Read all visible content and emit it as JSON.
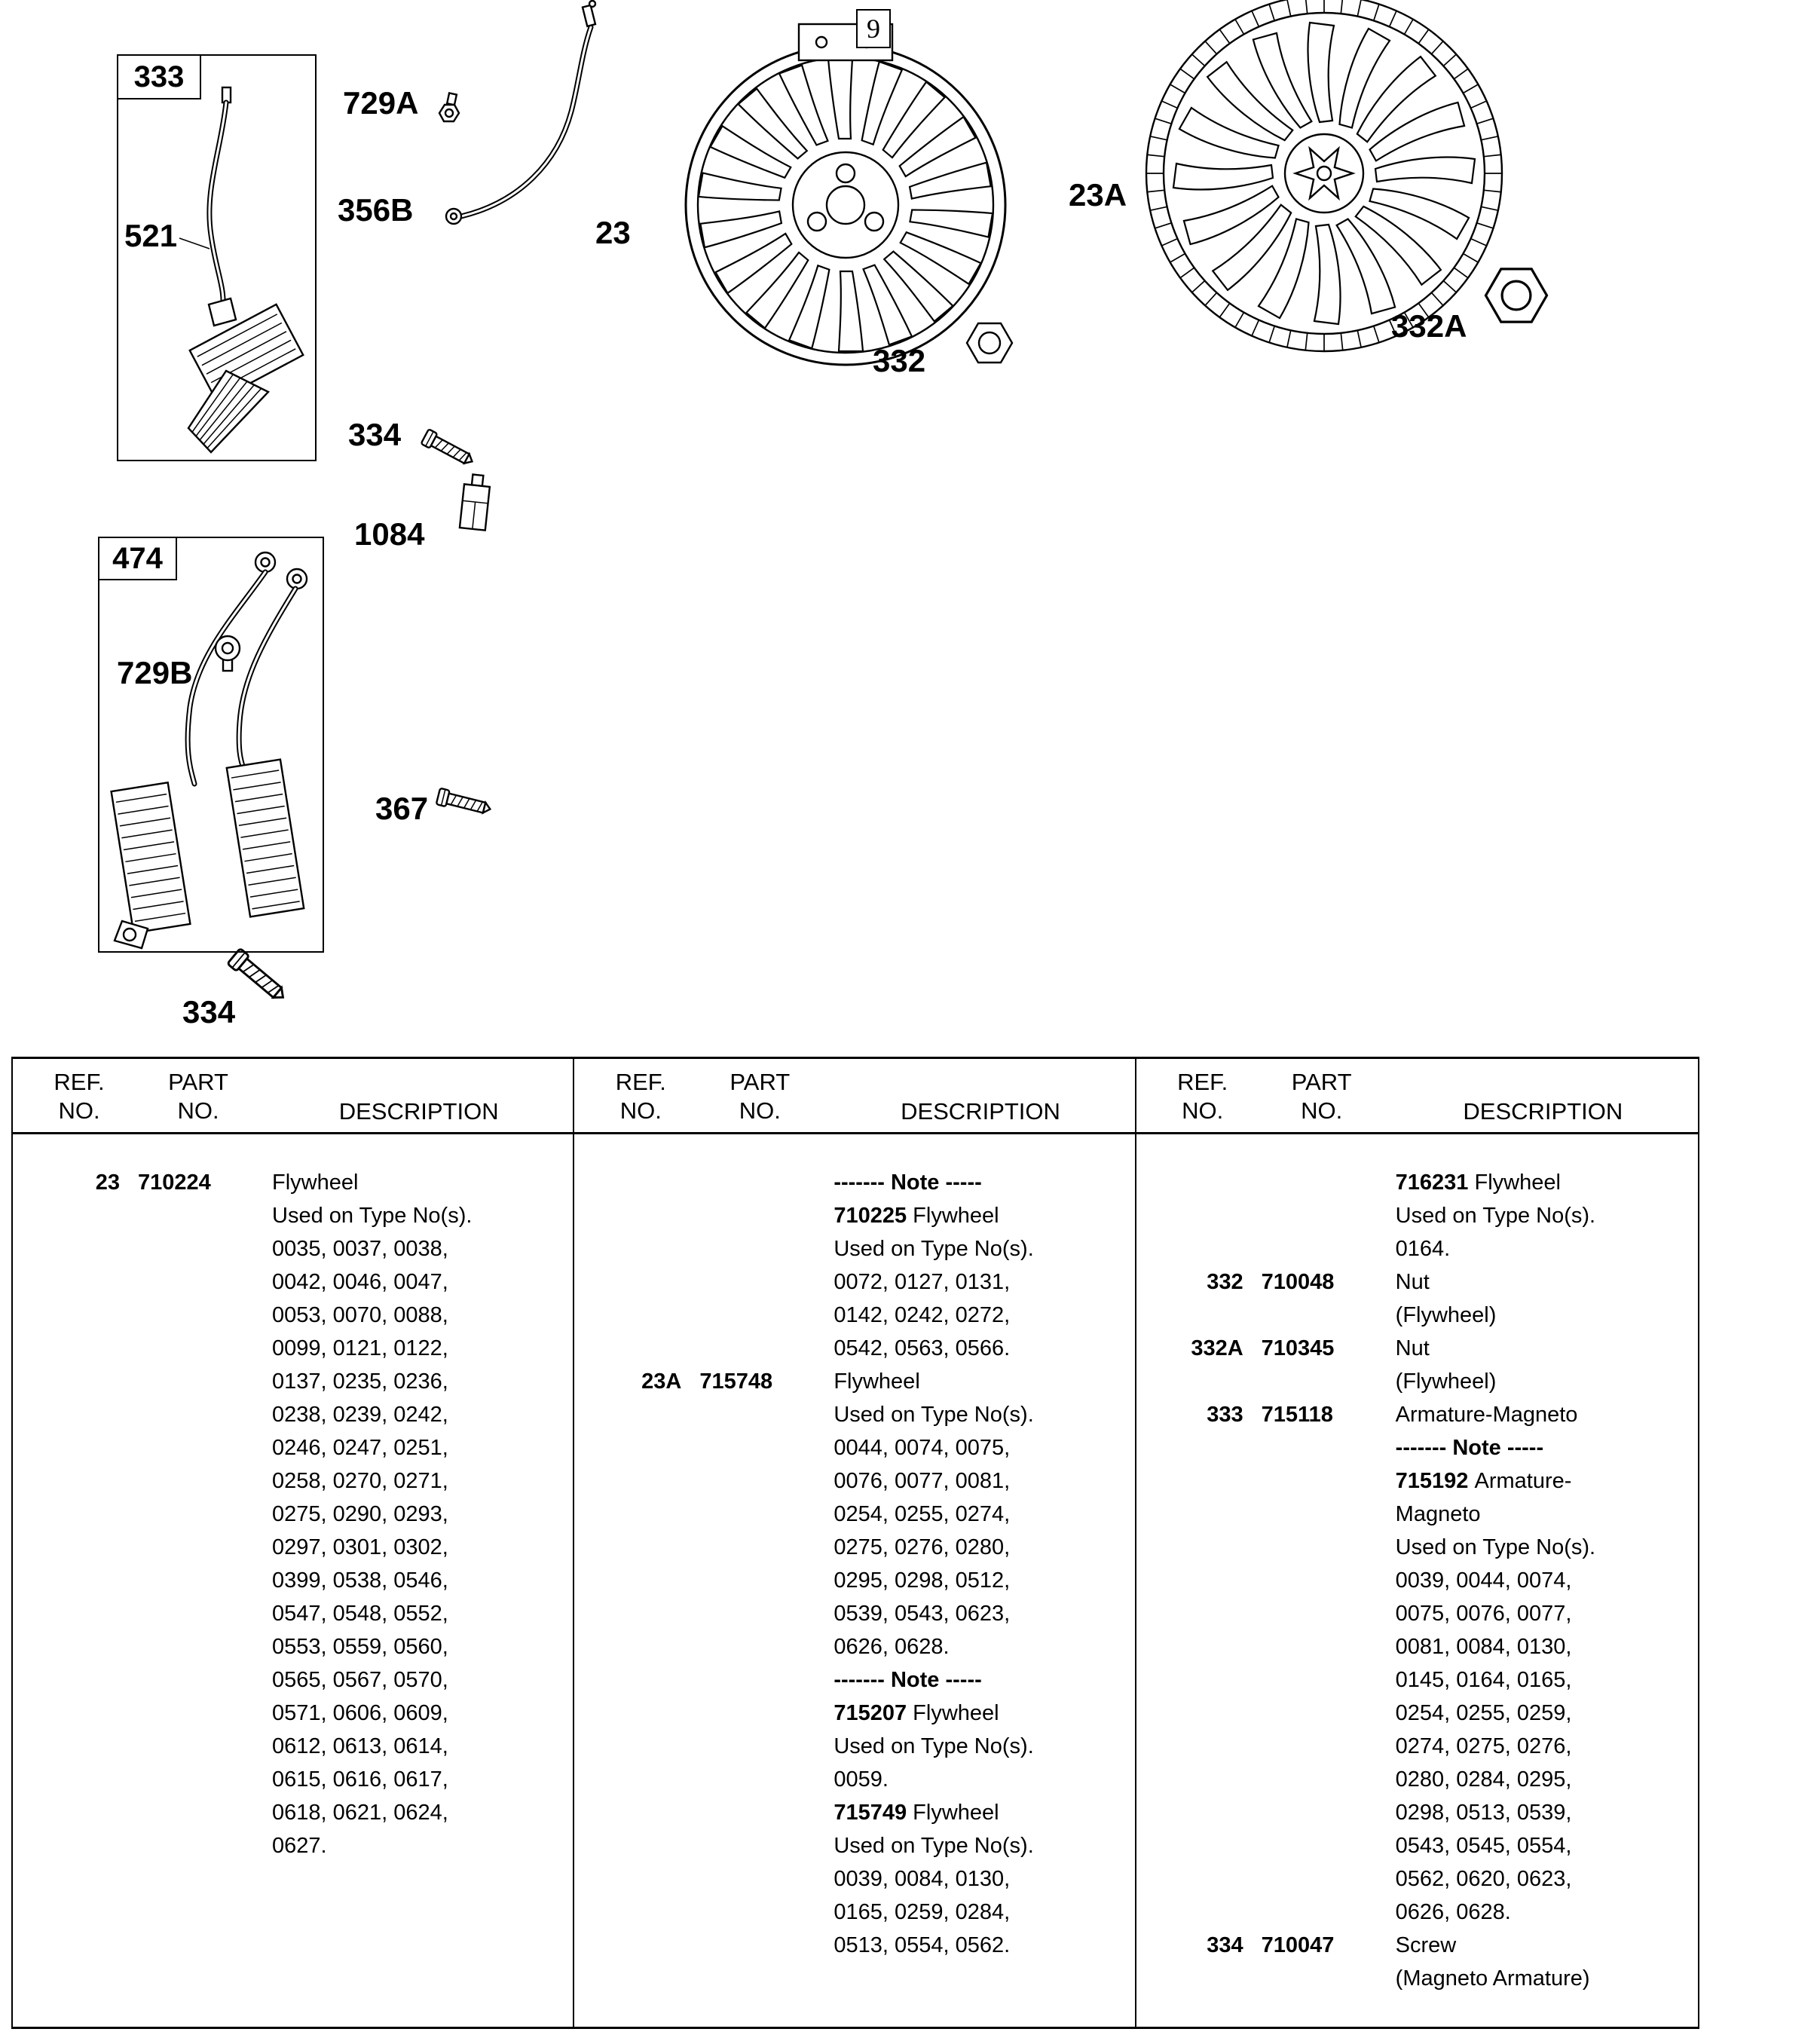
{
  "diagram": {
    "callouts": {
      "c333": "333",
      "c521": "521",
      "c729A": "729A",
      "c356B": "356B",
      "c23": "23",
      "c9": "9",
      "c332": "332",
      "c23A": "23A",
      "c332A": "332A",
      "c334_top": "334",
      "c1084": "1084",
      "c474": "474",
      "c729B": "729B",
      "c367": "367",
      "c334_bottom": "334"
    }
  },
  "table": {
    "headers": {
      "ref": "REF.",
      "no": "NO.",
      "part": "PART",
      "desc": "DESCRIPTION"
    },
    "columns": [
      [
        {
          "ref": "23",
          "part": "710224",
          "lines": [
            "Flywheel",
            "Used on Type No(s).",
            "0035, 0037, 0038,",
            "0042, 0046, 0047,",
            "0053, 0070, 0088,",
            "0099, 0121, 0122,",
            "0137, 0235, 0236,",
            "0238, 0239, 0242,",
            "0246, 0247, 0251,",
            "0258, 0270, 0271,",
            "0275, 0290, 0293,",
            "0297, 0301, 0302,",
            "0399, 0538, 0546,",
            "0547, 0548, 0552,",
            "0553, 0559, 0560,",
            "0565, 0567, 0570,",
            "0571, 0606, 0609,",
            "0612, 0613, 0614,",
            "0615, 0616, 0617,",
            "0618, 0621, 0624,",
            "0627."
          ]
        }
      ],
      [
        {
          "ref": "",
          "part": "",
          "lines": [
            [
              [
                "------- Note -----",
                1
              ]
            ],
            [
              [
                "710225 ",
                1
              ],
              [
                "Flywheel",
                0
              ]
            ],
            "Used on Type No(s).",
            "0072, 0127, 0131,",
            "0142, 0242, 0272,",
            "0542, 0563, 0566."
          ]
        },
        {
          "ref": "23A",
          "part": "715748",
          "lines": [
            "Flywheel",
            "Used on Type No(s).",
            "0044, 0074, 0075,",
            "0076, 0077, 0081,",
            "0254, 0255, 0274,",
            "0275, 0276, 0280,",
            "0295, 0298, 0512,",
            "0539, 0543, 0623,",
            "0626, 0628.",
            [
              [
                "------- Note -----",
                1
              ]
            ],
            [
              [
                "715207 ",
                1
              ],
              [
                "Flywheel",
                0
              ]
            ],
            "Used on Type No(s).",
            "0059.",
            [
              [
                "715749 ",
                1
              ],
              [
                "Flywheel",
                0
              ]
            ],
            "Used on Type No(s).",
            "0039, 0084, 0130,",
            "0165, 0259, 0284,",
            "0513, 0554, 0562."
          ]
        }
      ],
      [
        {
          "ref": "",
          "part": "",
          "lines": [
            [
              [
                "716231 ",
                1
              ],
              [
                "Flywheel",
                0
              ]
            ],
            "Used on Type No(s).",
            "0164."
          ]
        },
        {
          "ref": "332",
          "part": "710048",
          "lines": [
            "Nut",
            "(Flywheel)"
          ]
        },
        {
          "ref": "332A",
          "part": "710345",
          "lines": [
            "Nut",
            "(Flywheel)"
          ]
        },
        {
          "ref": "333",
          "part": "715118",
          "lines": [
            "Armature-Magneto",
            [
              [
                "------- Note -----",
                1
              ]
            ],
            [
              [
                "715192 ",
                1
              ],
              [
                "Armature-",
                0
              ]
            ],
            "Magneto",
            "Used on Type No(s).",
            "0039, 0044, 0074,",
            "0075, 0076, 0077,",
            "0081, 0084, 0130,",
            "0145, 0164, 0165,",
            "0254, 0255, 0259,",
            "0274, 0275, 0276,",
            "0280, 0284, 0295,",
            "0298, 0513, 0539,",
            "0543, 0545, 0554,",
            "0562, 0620, 0623,",
            "0626, 0628."
          ]
        },
        {
          "ref": "334",
          "part": "710047",
          "lines": [
            "Screw",
            "(Magneto Armature)"
          ]
        }
      ]
    ]
  }
}
